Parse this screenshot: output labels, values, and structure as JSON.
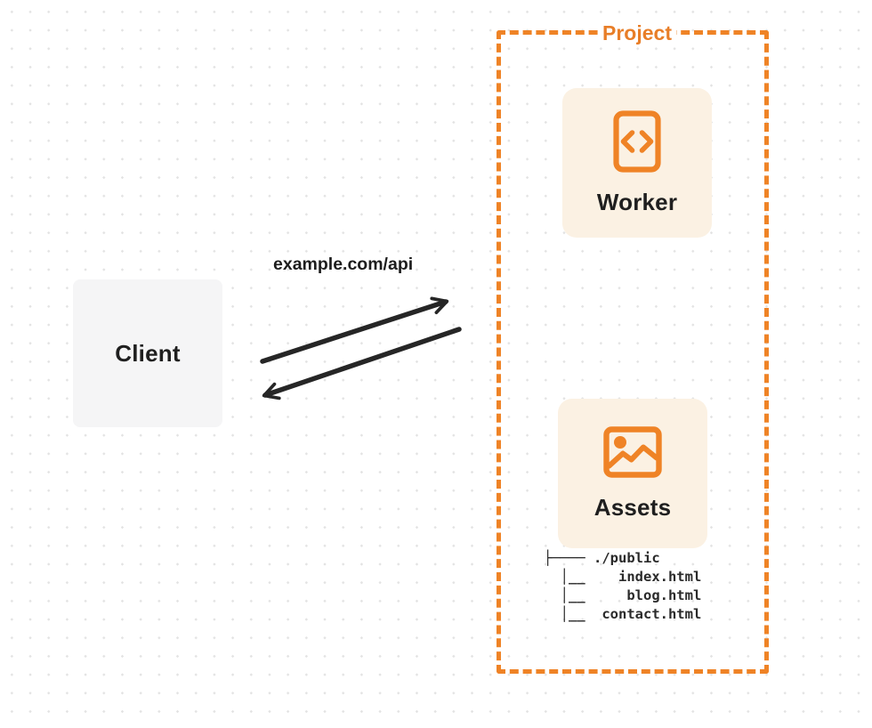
{
  "diagram": {
    "client": {
      "label": "Client"
    },
    "request": {
      "url_label": "example.com/api"
    },
    "project": {
      "title": "Project",
      "nodes": [
        {
          "label": "Worker",
          "icon": "code-file-icon"
        },
        {
          "label": "Assets",
          "icon": "image-icon"
        }
      ],
      "file_tree": {
        "root": "./public",
        "files": [
          "index.html",
          "blog.html",
          "contact.html"
        ],
        "ascii": "├──── ./public\n  │__    index.html\n  │__     blog.html\n  │__  contact.html"
      }
    },
    "colors": {
      "accent_orange": "#ef8326",
      "node_cream": "#fbf1e3",
      "client_gray": "#f5f5f6",
      "ink": "#262626",
      "grid_dot": "#e3e3e3"
    }
  }
}
